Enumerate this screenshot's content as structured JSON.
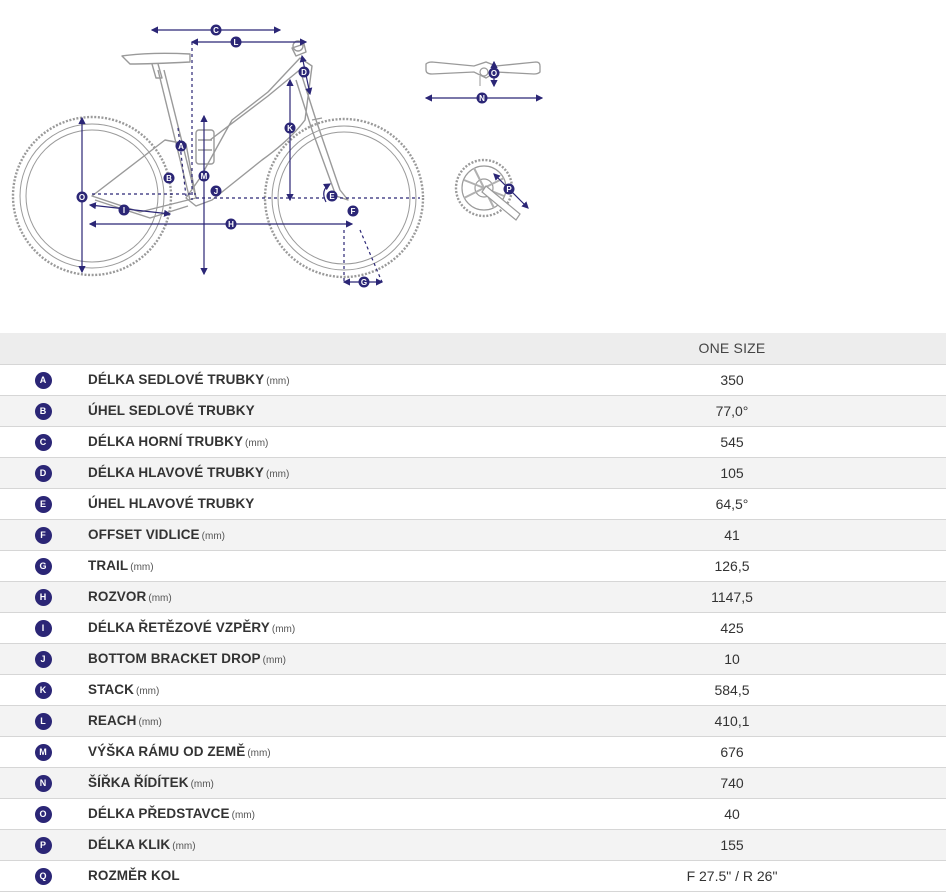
{
  "diagram": {
    "accent_color": "#2b2676",
    "markers": [
      "A",
      "B",
      "C",
      "D",
      "E",
      "F",
      "G",
      "H",
      "I",
      "J",
      "K",
      "L",
      "M",
      "N",
      "O",
      "P"
    ]
  },
  "table": {
    "header": "ONE SIZE",
    "rows": [
      {
        "letter": "A",
        "name": "DÉLKA SEDLOVÉ TRUBKY",
        "unit": "(mm)",
        "value": "350"
      },
      {
        "letter": "B",
        "name": "ÚHEL SEDLOVÉ TRUBKY",
        "unit": "",
        "value": "77,0°"
      },
      {
        "letter": "C",
        "name": "DÉLKA HORNÍ TRUBKY",
        "unit": "(mm)",
        "value": "545"
      },
      {
        "letter": "D",
        "name": "DÉLKA HLAVOVÉ TRUBKY",
        "unit": "(mm)",
        "value": "105"
      },
      {
        "letter": "E",
        "name": "ÚHEL HLAVOVÉ TRUBKY",
        "unit": "",
        "value": "64,5°"
      },
      {
        "letter": "F",
        "name": "OFFSET VIDLICE",
        "unit": "(mm)",
        "value": "41"
      },
      {
        "letter": "G",
        "name": "TRAIL",
        "unit": "(mm)",
        "value": "126,5"
      },
      {
        "letter": "H",
        "name": "ROZVOR",
        "unit": "(mm)",
        "value": "1147,5"
      },
      {
        "letter": "I",
        "name": "DÉLKA ŘETĚZOVÉ VZPĚRY",
        "unit": "(mm)",
        "value": "425"
      },
      {
        "letter": "J",
        "name": "BOTTOM BRACKET DROP",
        "unit": "(mm)",
        "value": "10"
      },
      {
        "letter": "K",
        "name": "STACK",
        "unit": "(mm)",
        "value": "584,5"
      },
      {
        "letter": "L",
        "name": "REACH",
        "unit": "(mm)",
        "value": "410,1"
      },
      {
        "letter": "M",
        "name": "VÝŠKA RÁMU OD ZEMĚ",
        "unit": "(mm)",
        "value": "676"
      },
      {
        "letter": "N",
        "name": "ŠÍŘKA ŘÍDÍTEK",
        "unit": "(mm)",
        "value": "740"
      },
      {
        "letter": "O",
        "name": "DÉLKA PŘEDSTAVCE",
        "unit": "(mm)",
        "value": "40"
      },
      {
        "letter": "P",
        "name": "DÉLKA KLIK",
        "unit": "(mm)",
        "value": "155"
      },
      {
        "letter": "Q",
        "name": "ROZMĚR KOL",
        "unit": "",
        "value": "F 27.5\" / R 26\""
      }
    ]
  }
}
